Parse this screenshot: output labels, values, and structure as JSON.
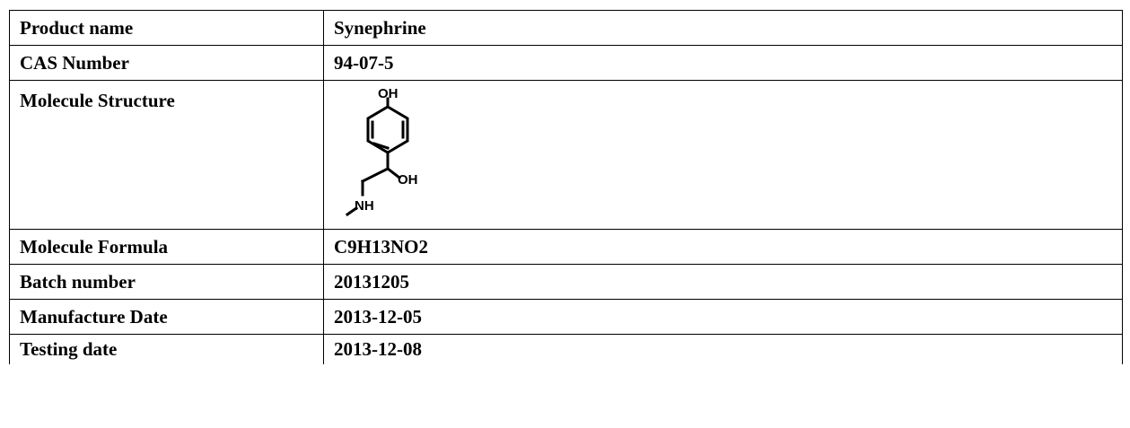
{
  "rows": [
    {
      "label": "Product name",
      "value": "Synephrine"
    },
    {
      "label": "CAS Number",
      "value": "94-07-5"
    },
    {
      "label": "Molecule Structure",
      "value": ""
    },
    {
      "label": "Molecule Formula",
      "value": "C9H13NO2"
    },
    {
      "label": "Batch number",
      "value": "20131205"
    },
    {
      "label": "Manufacture Date",
      "value": "2013-12-05"
    },
    {
      "label": "Testing date",
      "value": "2013-12-08"
    }
  ],
  "structure": {
    "atom_labels": {
      "top_hydroxyl": "OH",
      "side_hydroxyl": "OH",
      "amine": "NH"
    }
  }
}
